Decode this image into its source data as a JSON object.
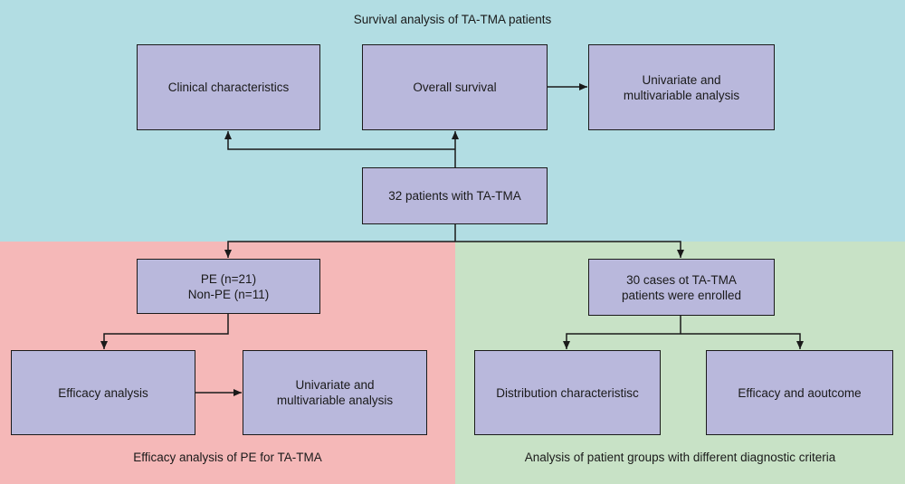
{
  "colors": {
    "survival_region": "#b2dde3",
    "pe_region": "#f5b8b8",
    "diagnostic_region": "#c8e2c6",
    "box_fill": "#b9b8dc",
    "line": "#1a1a1a"
  },
  "regions": {
    "survival": {
      "title": "Survival analysis of TA-TMA patients"
    },
    "pe": {
      "title": "Efficacy analysis of PE for TA-TMA"
    },
    "diagnostic": {
      "title": "Analysis of patient groups with different diagnostic criteria"
    }
  },
  "boxes": {
    "clinical": "Clinical characteristics",
    "overall": "Overall survival",
    "univariate_top": "Univariate and\nmultivariable analysis",
    "patients": "32 patients with TA-TMA",
    "pe_groups": "PE (n=21)\nNon-PE (n=11)",
    "enrolled": "30 cases ot TA-TMA\npatients were enrolled",
    "efficacy": "Efficacy analysis",
    "univariate_bottom": "Univariate and\nmultivariable analysis",
    "distribution": "Distribution characteristisc",
    "outcome": "Efficacy and aoutcome"
  }
}
